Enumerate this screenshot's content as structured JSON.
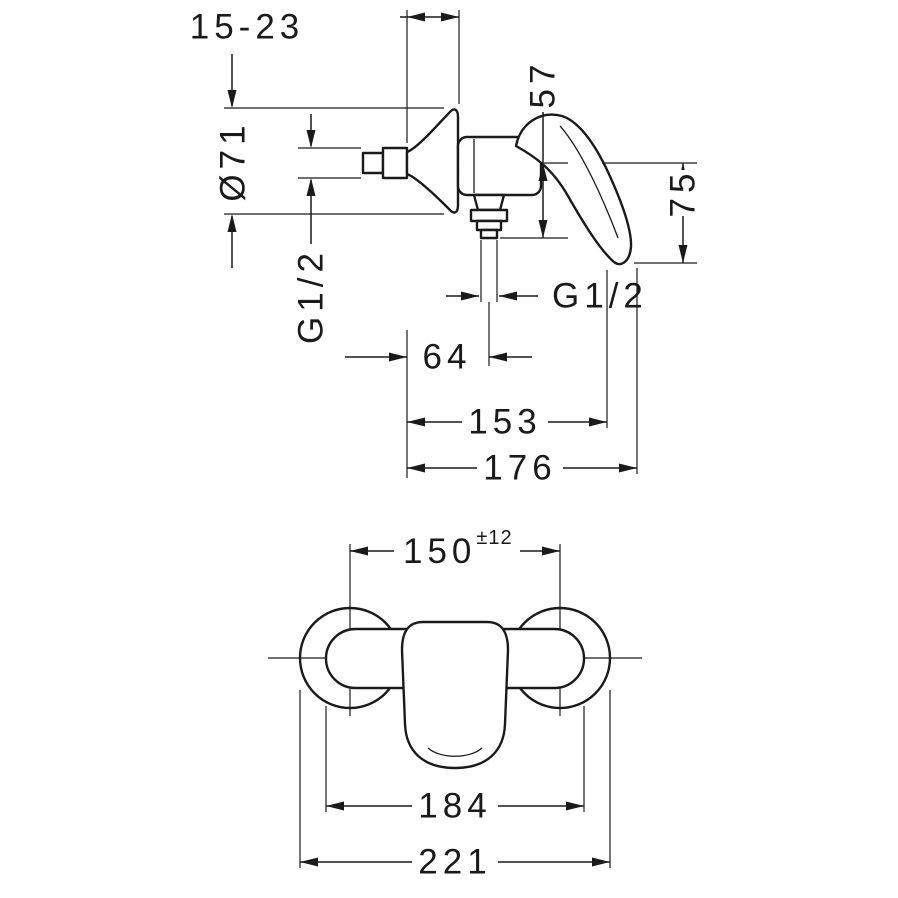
{
  "page": {
    "background": "#ffffff",
    "line_color": "#1a1a1a"
  },
  "side_view": {
    "wall_offset": "15-23",
    "escutcheon_diameter": "Ø71",
    "inlet_thread": "G1/2",
    "outlet_height": "57",
    "handle_height": "75",
    "outlet_thread": "G1/2",
    "outlet_projection": "64",
    "projection_153": "153",
    "projection_176": "176"
  },
  "front_view": {
    "connection_distance": "150",
    "connection_tolerance": "±12",
    "body_width": "184",
    "total_width": "221"
  }
}
